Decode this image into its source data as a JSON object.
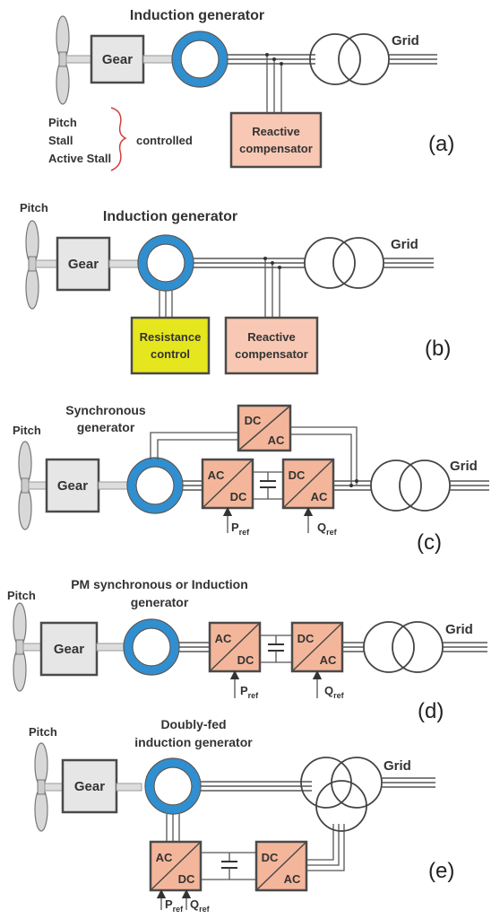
{
  "colors": {
    "gear_fill": "#e6e6e6",
    "compensator_fill": "#f8c8b4",
    "resistance_fill": "#e6e61e",
    "converter_fill": "#f4b69a",
    "generator_ring": "#2f8fd0"
  },
  "panels": {
    "a": {
      "label": "(a)",
      "generator_title": "Induction generator",
      "gear": "Gear",
      "grid": "Grid",
      "compensator_line1": "Reactive",
      "compensator_line2": "compensator",
      "control_pitch": "Pitch",
      "control_stall": "Stall",
      "control_active_stall": "Active Stall",
      "controlled": "controlled"
    },
    "b": {
      "label": "(b)",
      "pitch": "Pitch",
      "generator_title": "Induction generator",
      "gear": "Gear",
      "grid": "Grid",
      "resistance_line1": "Resistance",
      "resistance_line2": "control",
      "compensator_line1": "Reactive",
      "compensator_line2": "compensator"
    },
    "c": {
      "label": "(c)",
      "pitch": "Pitch",
      "generator_title_line1": "Synchronous",
      "generator_title_line2": "generator",
      "gear": "Gear",
      "grid": "Grid",
      "conv_top_in": "DC",
      "conv_top_out": "AC",
      "conv1_in": "AC",
      "conv1_out": "DC",
      "conv2_in": "DC",
      "conv2_out": "AC",
      "pref": "P",
      "pref_sub": "ref",
      "qref": "Q",
      "qref_sub": "ref"
    },
    "d": {
      "label": "(d)",
      "pitch": "Pitch",
      "generator_title_line1": "PM synchronous or Induction",
      "generator_title_line2": "generator",
      "gear": "Gear",
      "grid": "Grid",
      "conv1_in": "AC",
      "conv1_out": "DC",
      "conv2_in": "DC",
      "conv2_out": "AC",
      "pref": "P",
      "pref_sub": "ref",
      "qref": "Q",
      "qref_sub": "ref"
    },
    "e": {
      "label": "(e)",
      "pitch": "Pitch",
      "generator_title_line1": "Doubly-fed",
      "generator_title_line2": "induction generator",
      "gear": "Gear",
      "grid": "Grid",
      "conv1_in": "AC",
      "conv1_out": "DC",
      "conv2_in": "DC",
      "conv2_out": "AC",
      "pref": "P",
      "pref_sub": "ref",
      "qref": "Q",
      "qref_sub": "ref"
    }
  }
}
